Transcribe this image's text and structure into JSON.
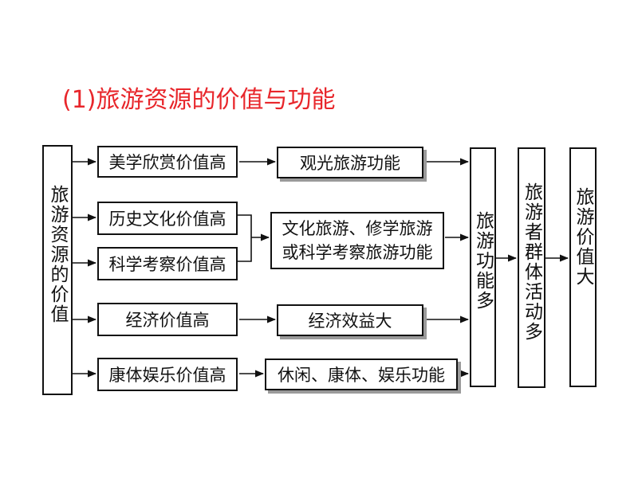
{
  "title": "(1)旅游资源的价值与功能",
  "diagram": {
    "root": "旅游资源的价值",
    "values": [
      "美学欣赏价值高",
      "历史文化价值高",
      "科学考察价值高",
      "经济价值高",
      "康体娱乐价值高"
    ],
    "functions": {
      "sightseeing": "观光旅游功能",
      "culture_line1": "文化旅游、修学旅游",
      "culture_line2": "或科学考察旅游功能",
      "economic": "经济效益大",
      "leisure": "休闲、康体、娱乐功能"
    },
    "result1": "旅游功能多",
    "result2": "旅游者群体活动多",
    "result3": "旅游价值大"
  }
}
